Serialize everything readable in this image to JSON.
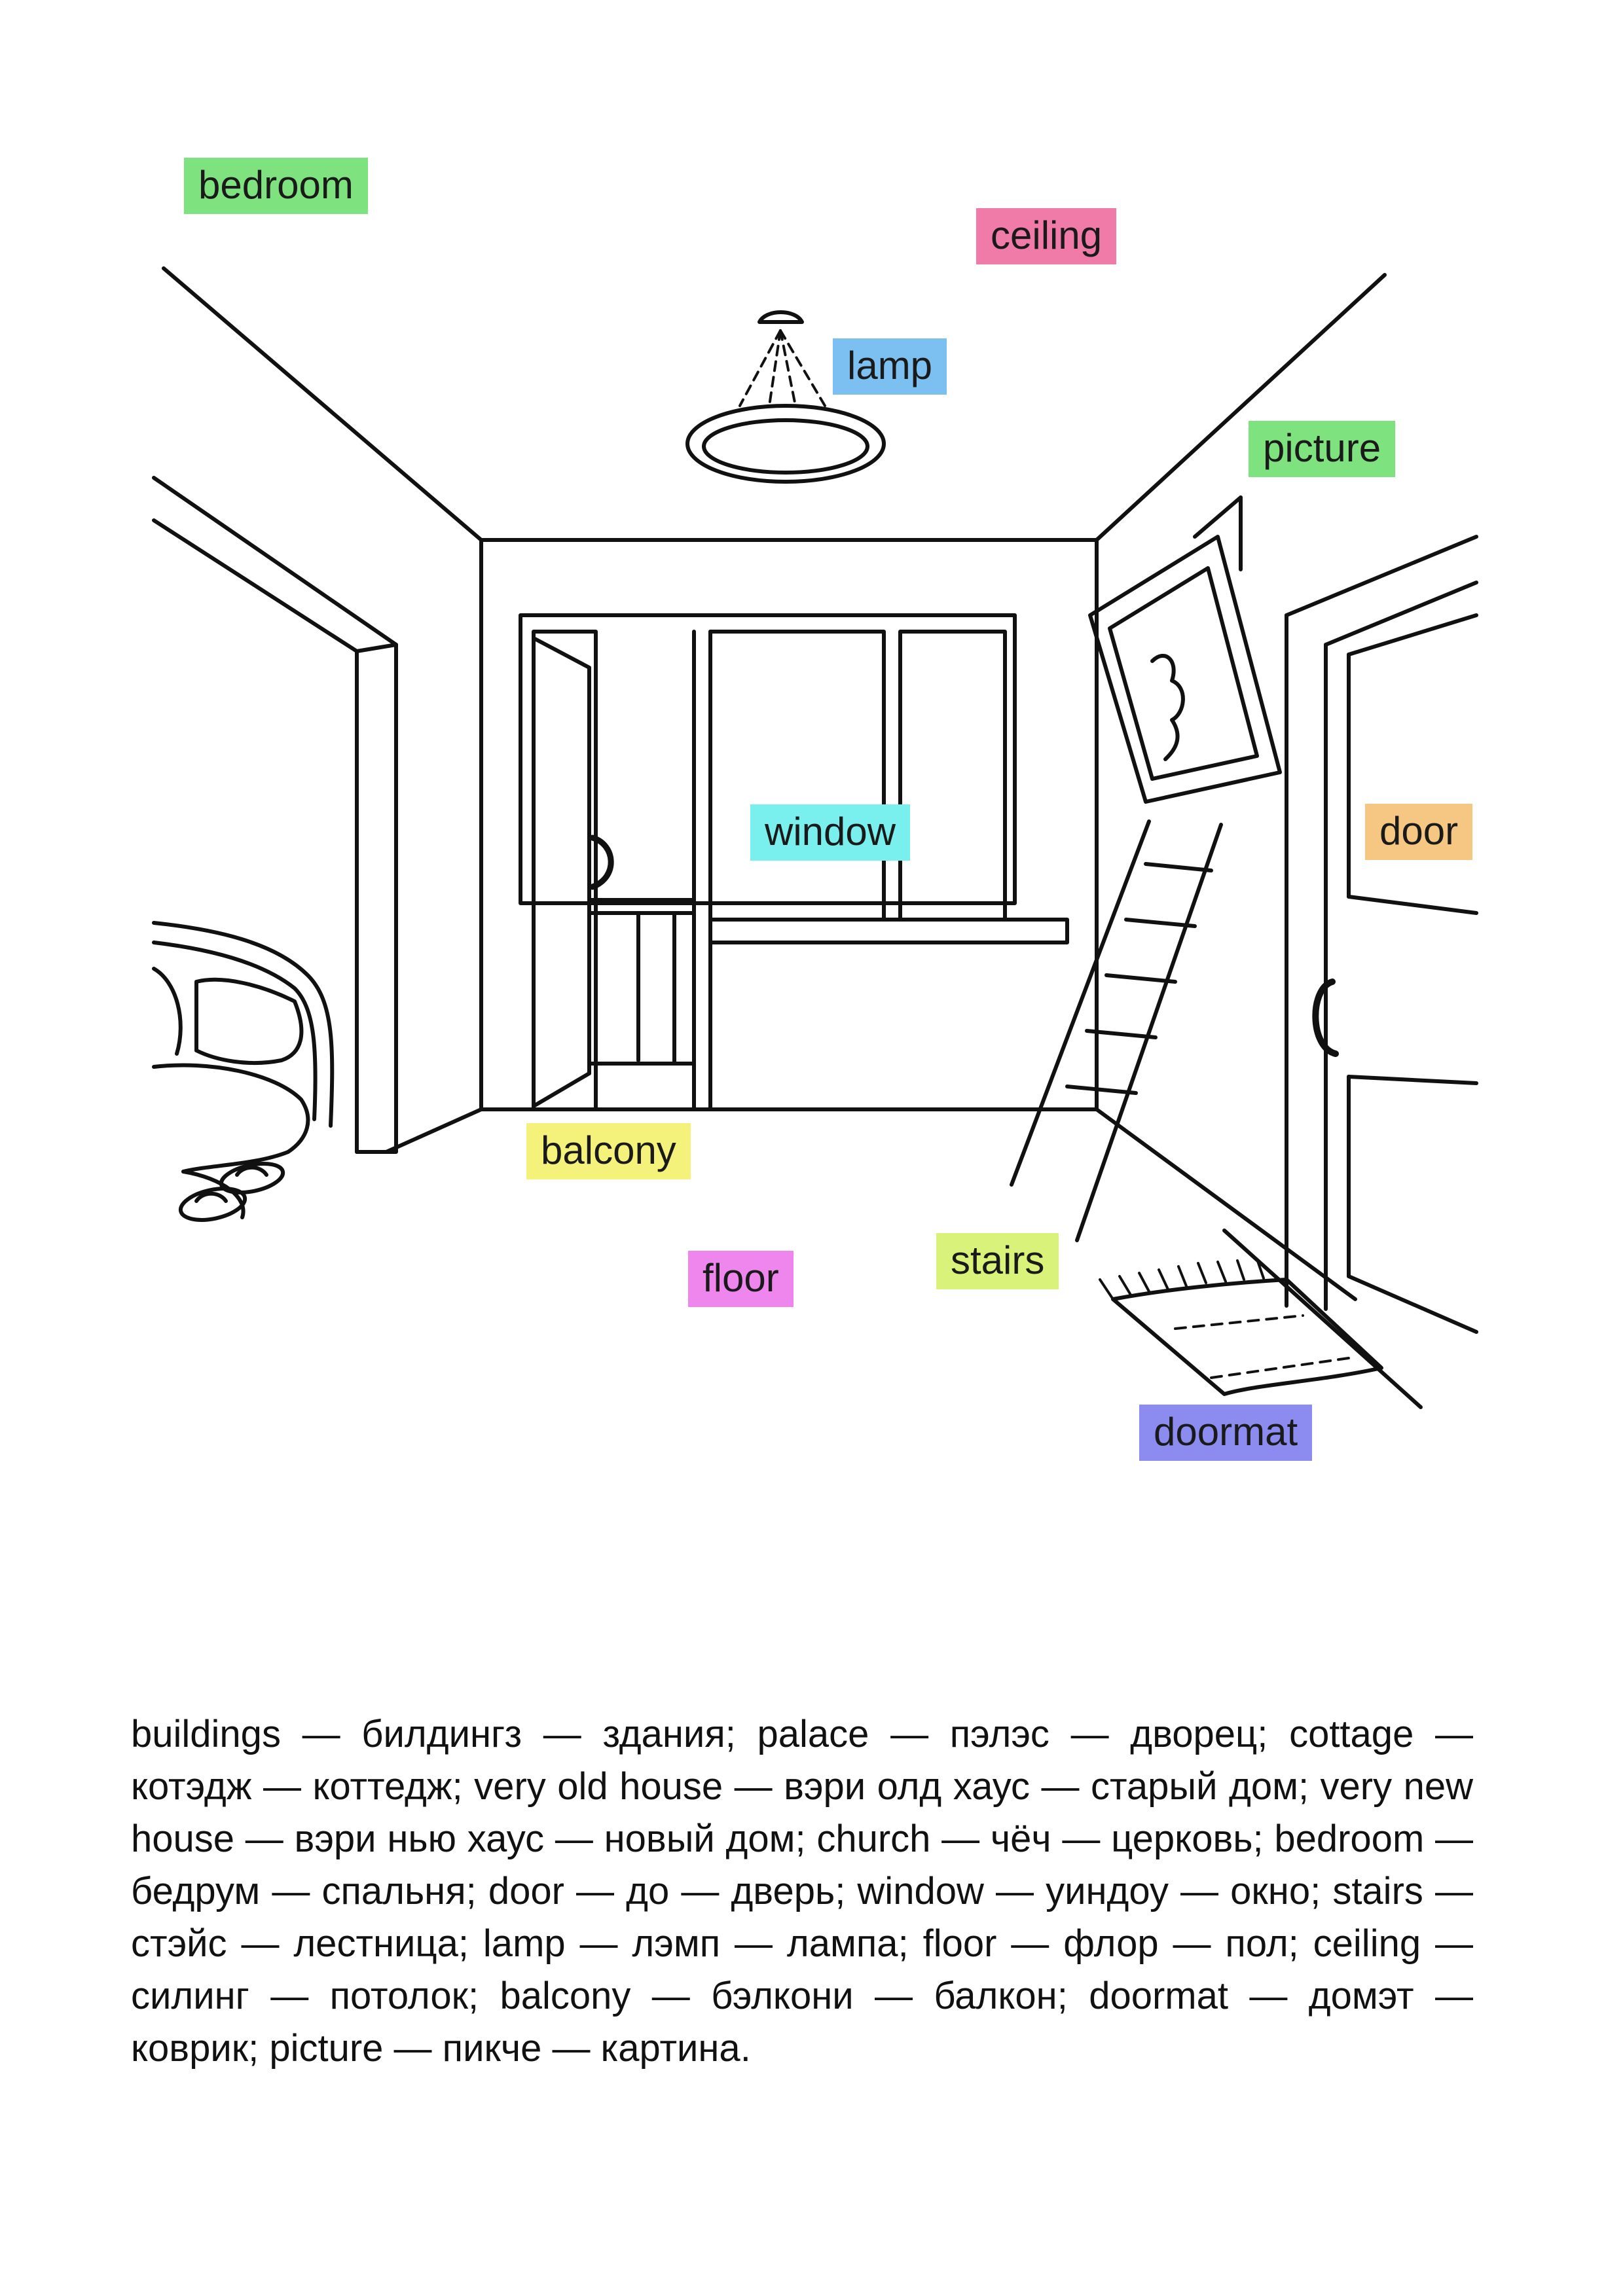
{
  "labels": {
    "bedroom": "bedroom",
    "ceiling": "ceiling",
    "lamp": "lamp",
    "picture": "picture",
    "window": "window",
    "door": "door",
    "balcony": "balcony",
    "stairs": "stairs",
    "floor": "floor",
    "doormat": "doormat"
  },
  "label_colors": {
    "bedroom": "#7ee37e",
    "ceiling": "#f07aa8",
    "lamp": "#7cc0f2",
    "picture": "#7ee37e",
    "window": "#7af0ee",
    "door": "#f6c782",
    "balcony": "#f5f27c",
    "stairs": "#d8f27a",
    "floor": "#ee86ee",
    "doormat": "#8c8cf0"
  },
  "glossary": "buildings — билдингз — здания; palace — пэлэс — дворец; cottage — котэдж — коттедж; very old house — вэри олд хаус — старый дом; very new house — вэри нью хаус — новый дом; church — чёч — церковь; bedroom — бедрум — спальня; door — до — дверь; window — уиндоу — окно; stairs — стэйс — лестница; lamp — лэмп — лампа; floor — флор — пол; ceiling — силинг — потолок; balcony — бэлкони — балкон; doormat — домэт — коврик; picture — пикче — картина."
}
